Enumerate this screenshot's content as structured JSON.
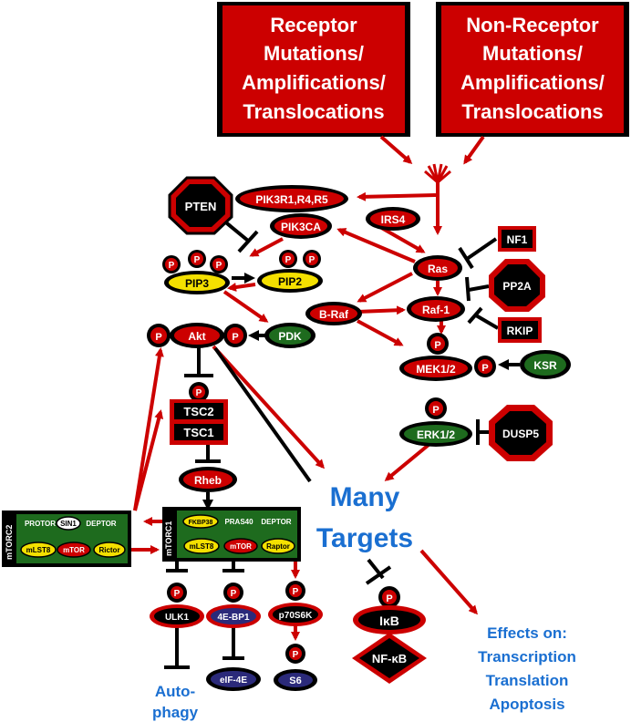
{
  "colors": {
    "red": "#cc0000",
    "dark_red": "#b00000",
    "black": "#000000",
    "green": "#1e6b1e",
    "yellow": "#f4e000",
    "navy": "#2b2a7a",
    "blue_text": "#1a6fd1",
    "white": "#ffffff"
  },
  "top_boxes": {
    "receptor": [
      "Receptor",
      "Mutations/",
      "Amplifications/",
      "Translocations"
    ],
    "non_receptor": [
      "Non-Receptor",
      "Mutations/",
      "Amplifications/",
      "Translocations"
    ]
  },
  "nodes": {
    "pten": "PTEN",
    "pik3r1": "PIK3R1,R4,R5",
    "pik3ca": "PIK3CA",
    "irs4": "IRS4",
    "nf1": "NF1",
    "ras": "Ras",
    "pp2a": "PP2A",
    "pip3": "PIP3",
    "pip2": "PIP2",
    "braf": "B-Raf",
    "raf1": "Raf-1",
    "rkip": "RKIP",
    "akt": "Akt",
    "pdk": "PDK",
    "mek": "MEK1/2",
    "ksr": "KSR",
    "tsc2": "TSC2",
    "tsc1": "TSC1",
    "erk": "ERK1/2",
    "dusp5": "DUSP5",
    "rheb": "Rheb",
    "ulk1": "ULK1",
    "ebp1": "4E-BP1",
    "p70s6k": "p70S6K",
    "s6": "S6",
    "eif4e": "eIF-4E",
    "ikb": "IκB",
    "nfkb": "NF-κB",
    "p": "P"
  },
  "mtorc2": {
    "label": "mTORC2",
    "protor": "PROTOR",
    "sin1": "SIN1",
    "deptor": "DEPTOR",
    "mlst8": "mLST8",
    "mtor": "mTOR",
    "rictor": "Rictor"
  },
  "mtorc1": {
    "label": "mTORC1",
    "fkbp38": "FKBP38",
    "pras40": "PRAS40",
    "deptor": "DEPTOR",
    "mlst8": "mLST8",
    "mtor": "mTOR",
    "raptor": "Raptor"
  },
  "many_targets": [
    "Many",
    "Targets"
  ],
  "autophagy": [
    "Auto-",
    "phagy"
  ],
  "effects": [
    "Effects on:",
    "Transcription",
    "Translation",
    "Apoptosis"
  ]
}
